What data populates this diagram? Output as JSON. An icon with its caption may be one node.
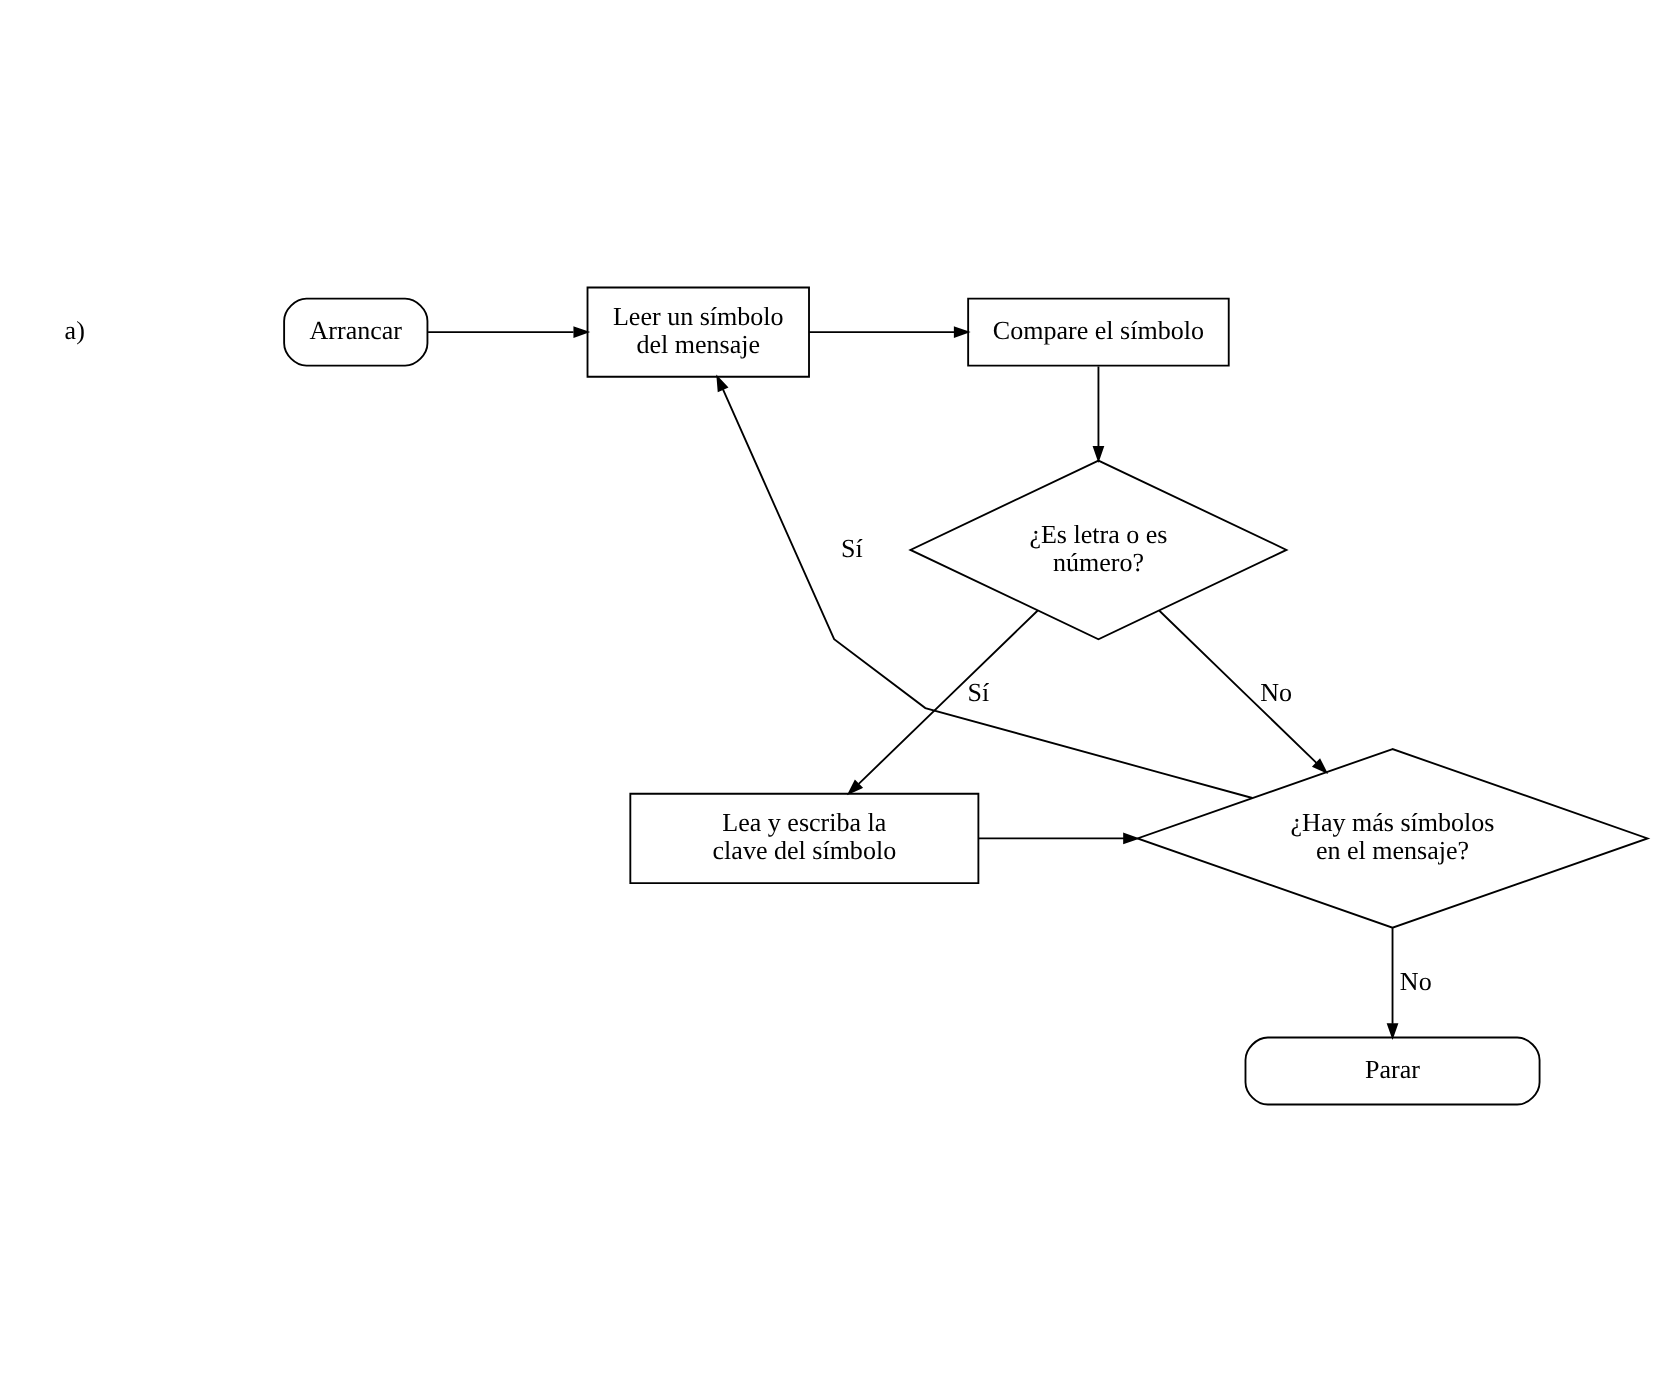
{
  "diagram": {
    "nodes": [
      {
        "text": [
          "Arrancar"
        ]
      },
      {
        "text": [
          "Leer un símbolo del mensaje"
        ]
      },
      {
        "text": [
          "Compare el símbolo"
        ]
      },
      {
        "text": [
          "¿Es letra o es número?"
        ]
      },
      {
        "text": [
          "Lea y escriba la clave del símbolo"
        ]
      },
      {
        "text": [
          "¿Hay más símbolos en el mensaje?"
        ]
      },
      {
        "text": [
          "Parar"
        ]
      }
    ],
    "edges": [
      {
        "from": 0,
        "to": 1,
        "arrow": "to"
      },
      {
        "from": 1,
        "to": 2,
        "arrow": "to"
      },
      {
        "from": 2,
        "to": 3,
        "arrow": "to"
      },
      {
        "from": 3,
        "to": 5,
        "arrow": "to",
        "label": "No"
      },
      {
        "from": 3,
        "to": 4,
        "arrow": "to",
        "label": "Sí"
      },
      {
        "from": 4,
        "to": 5,
        "arrow": "to"
      },
      {
        "from": 5,
        "to": 1,
        "arrow": "to",
        "label": "Sí"
      },
      {
        "from": 5,
        "to": 6,
        "arrow": "to",
        "label": "No"
      }
    ],
    "labels": [
      "a)"
    ]
  }
}
